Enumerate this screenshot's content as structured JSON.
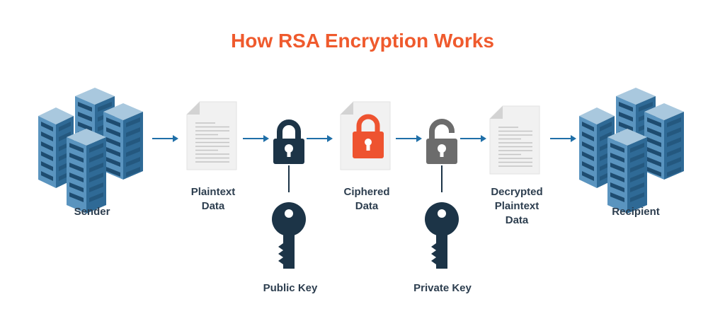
{
  "title": "How RSA Encryption Works",
  "nodes": {
    "sender": {
      "label": "Sender"
    },
    "plaintext": {
      "line1": "Plaintext",
      "line2": "Data"
    },
    "ciphered": {
      "line1": "Ciphered",
      "line2": "Data"
    },
    "decrypted": {
      "line1": "Decrypted",
      "line2": "Plaintext",
      "line3": "Data"
    },
    "recipient": {
      "label": "Recipient"
    },
    "public_key": {
      "label": "Public Key"
    },
    "private_key": {
      "label": "Private Key"
    }
  },
  "colors": {
    "title": "#ef5a2d",
    "text": "#2d3e4f",
    "arrow": "#1f6fa8",
    "lock_dark": "#1c3447",
    "lock_red": "#ee5330",
    "lock_gray": "#6c6c6c",
    "key": "#1c3447",
    "server_face": "#5a94bf",
    "server_top": "#a9c8de",
    "server_side": "#2f6a96",
    "server_slot": "#1e4c70",
    "doc": "#f1f1f1",
    "doc_fold": "#d3d3d3",
    "doc_line": "#c4c4c4"
  },
  "icons": {
    "sender": "server-cluster-icon",
    "plaintext": "document-icon",
    "encrypt_lock": "padlock-closed-icon",
    "ciphered": "encrypted-document-icon",
    "decrypt_lock": "padlock-open-icon",
    "decrypted": "document-icon",
    "recipient": "server-cluster-icon",
    "keys": "key-icon"
  }
}
